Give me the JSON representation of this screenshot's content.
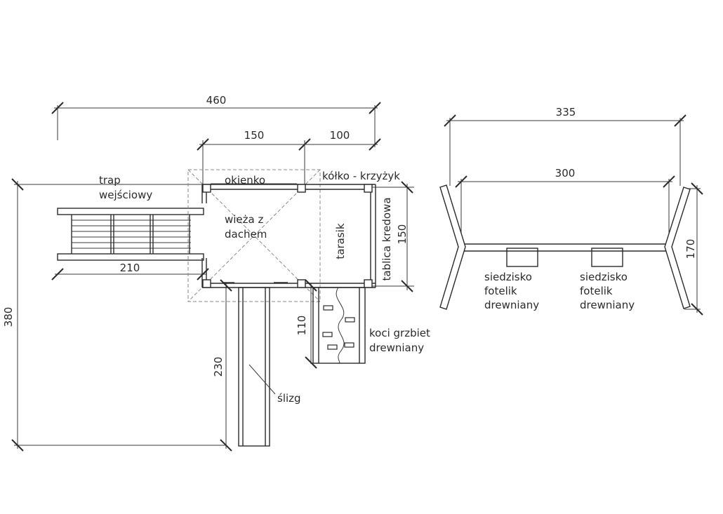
{
  "dimensions": {
    "overall_width": "460",
    "tower_width": "150",
    "terrace_width": "100",
    "ladder_length": "210",
    "overall_depth": "380",
    "board_height": "150",
    "climb_height": "110",
    "slide_length": "230",
    "swing_outer": "335",
    "swing_inner": "300",
    "swing_height": "170"
  },
  "labels": {
    "ladder_line1": "trap",
    "ladder_line2": "wejściowy",
    "window": "okienko",
    "tictactoe": "kółko - krzyżyk",
    "tower_line1": "wieża z",
    "tower_line2": "dachem",
    "terrace": "tarasik",
    "chalkboard": "tablica kredowa",
    "climb_line1": "koci grzbiet",
    "climb_line2": "drewniany",
    "slide": "ślizg",
    "seat_line1": "siedzisko",
    "seat_line2": "fotelik",
    "seat_line3": "drewniany"
  }
}
